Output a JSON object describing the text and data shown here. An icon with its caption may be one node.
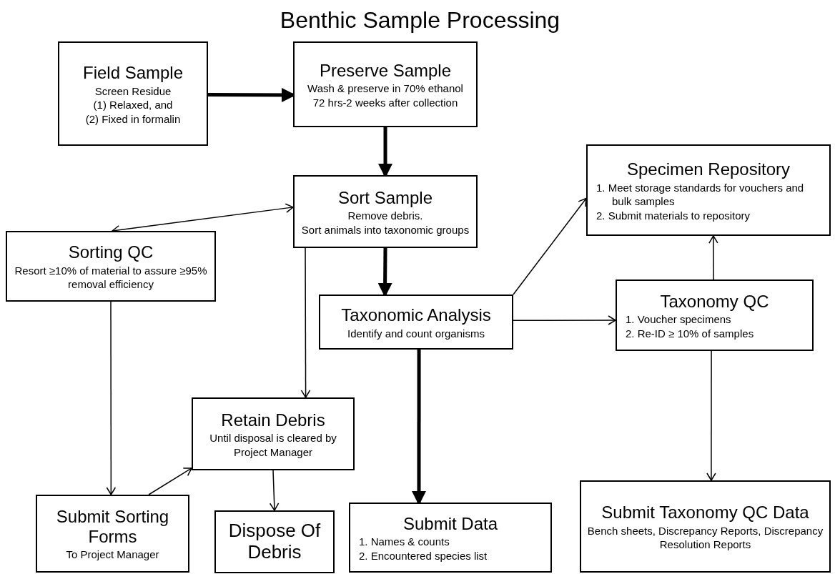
{
  "diagram": {
    "title": "Benthic Sample Processing",
    "nodes": [
      {
        "text": [
          "Field Sample",
          "Screen Residue",
          "(1) Relaxed, and",
          "(2) Fixed in formalin"
        ]
      },
      {
        "text": [
          "Preserve Sample",
          "Wash & preserve in 70% ethanol",
          "72 hrs-2 weeks after collection"
        ]
      },
      {
        "text": [
          "Sort Sample",
          "Remove debris.",
          "Sort animals into taxonomic groups"
        ]
      },
      {
        "text": [
          "Specimen Repository",
          "1. Meet storage standards for vouchers and bulk samples",
          "2. Submit materials to repository"
        ]
      },
      {
        "text": [
          "Sorting QC",
          "Resort ≥10% of material to assure ≥95% removal efficiency"
        ]
      },
      {
        "text": [
          "Taxonomic Analysis",
          "Identify and count organisms"
        ]
      },
      {
        "text": [
          "Taxonomy QC",
          "1. Voucher specimens",
          "2. Re-ID ≥ 10% of samples"
        ]
      },
      {
        "text": [
          "Retain Debris",
          "Until disposal is cleared by Project Manager"
        ]
      },
      {
        "text": [
          "Submit Sorting Forms",
          "To Project Manager"
        ]
      },
      {
        "text": [
          "Dispose Of Debris"
        ]
      },
      {
        "text": [
          "Submit Data",
          "1. Names & counts",
          "2. Encountered species list"
        ]
      },
      {
        "text": [
          "Submit Taxonomy QC Data",
          "Bench sheets, Discrepancy Reports, Discrepancy Resolution Reports"
        ]
      }
    ],
    "edges": [
      {
        "from": 0,
        "to": 1,
        "arrow": "to",
        "style": "thick"
      },
      {
        "from": 1,
        "to": 2,
        "arrow": "to",
        "style": "thick"
      },
      {
        "from": 4,
        "to": 2,
        "arrow": "both"
      },
      {
        "from": 2,
        "to": 5,
        "arrow": "to",
        "style": "thick"
      },
      {
        "from": 2,
        "to": 7,
        "arrow": "to"
      },
      {
        "from": 5,
        "to": 3,
        "arrow": "to"
      },
      {
        "from": 5,
        "to": 6,
        "arrow": "to"
      },
      {
        "from": 6,
        "to": 3,
        "arrow": "to"
      },
      {
        "from": 6,
        "to": 11,
        "arrow": "to"
      },
      {
        "from": 5,
        "to": 10,
        "arrow": "to",
        "style": "thick"
      },
      {
        "from": 4,
        "to": 8,
        "arrow": "to"
      },
      {
        "from": 8,
        "to": 7,
        "arrow": "to"
      },
      {
        "from": 7,
        "to": 9,
        "arrow": "to"
      }
    ]
  }
}
